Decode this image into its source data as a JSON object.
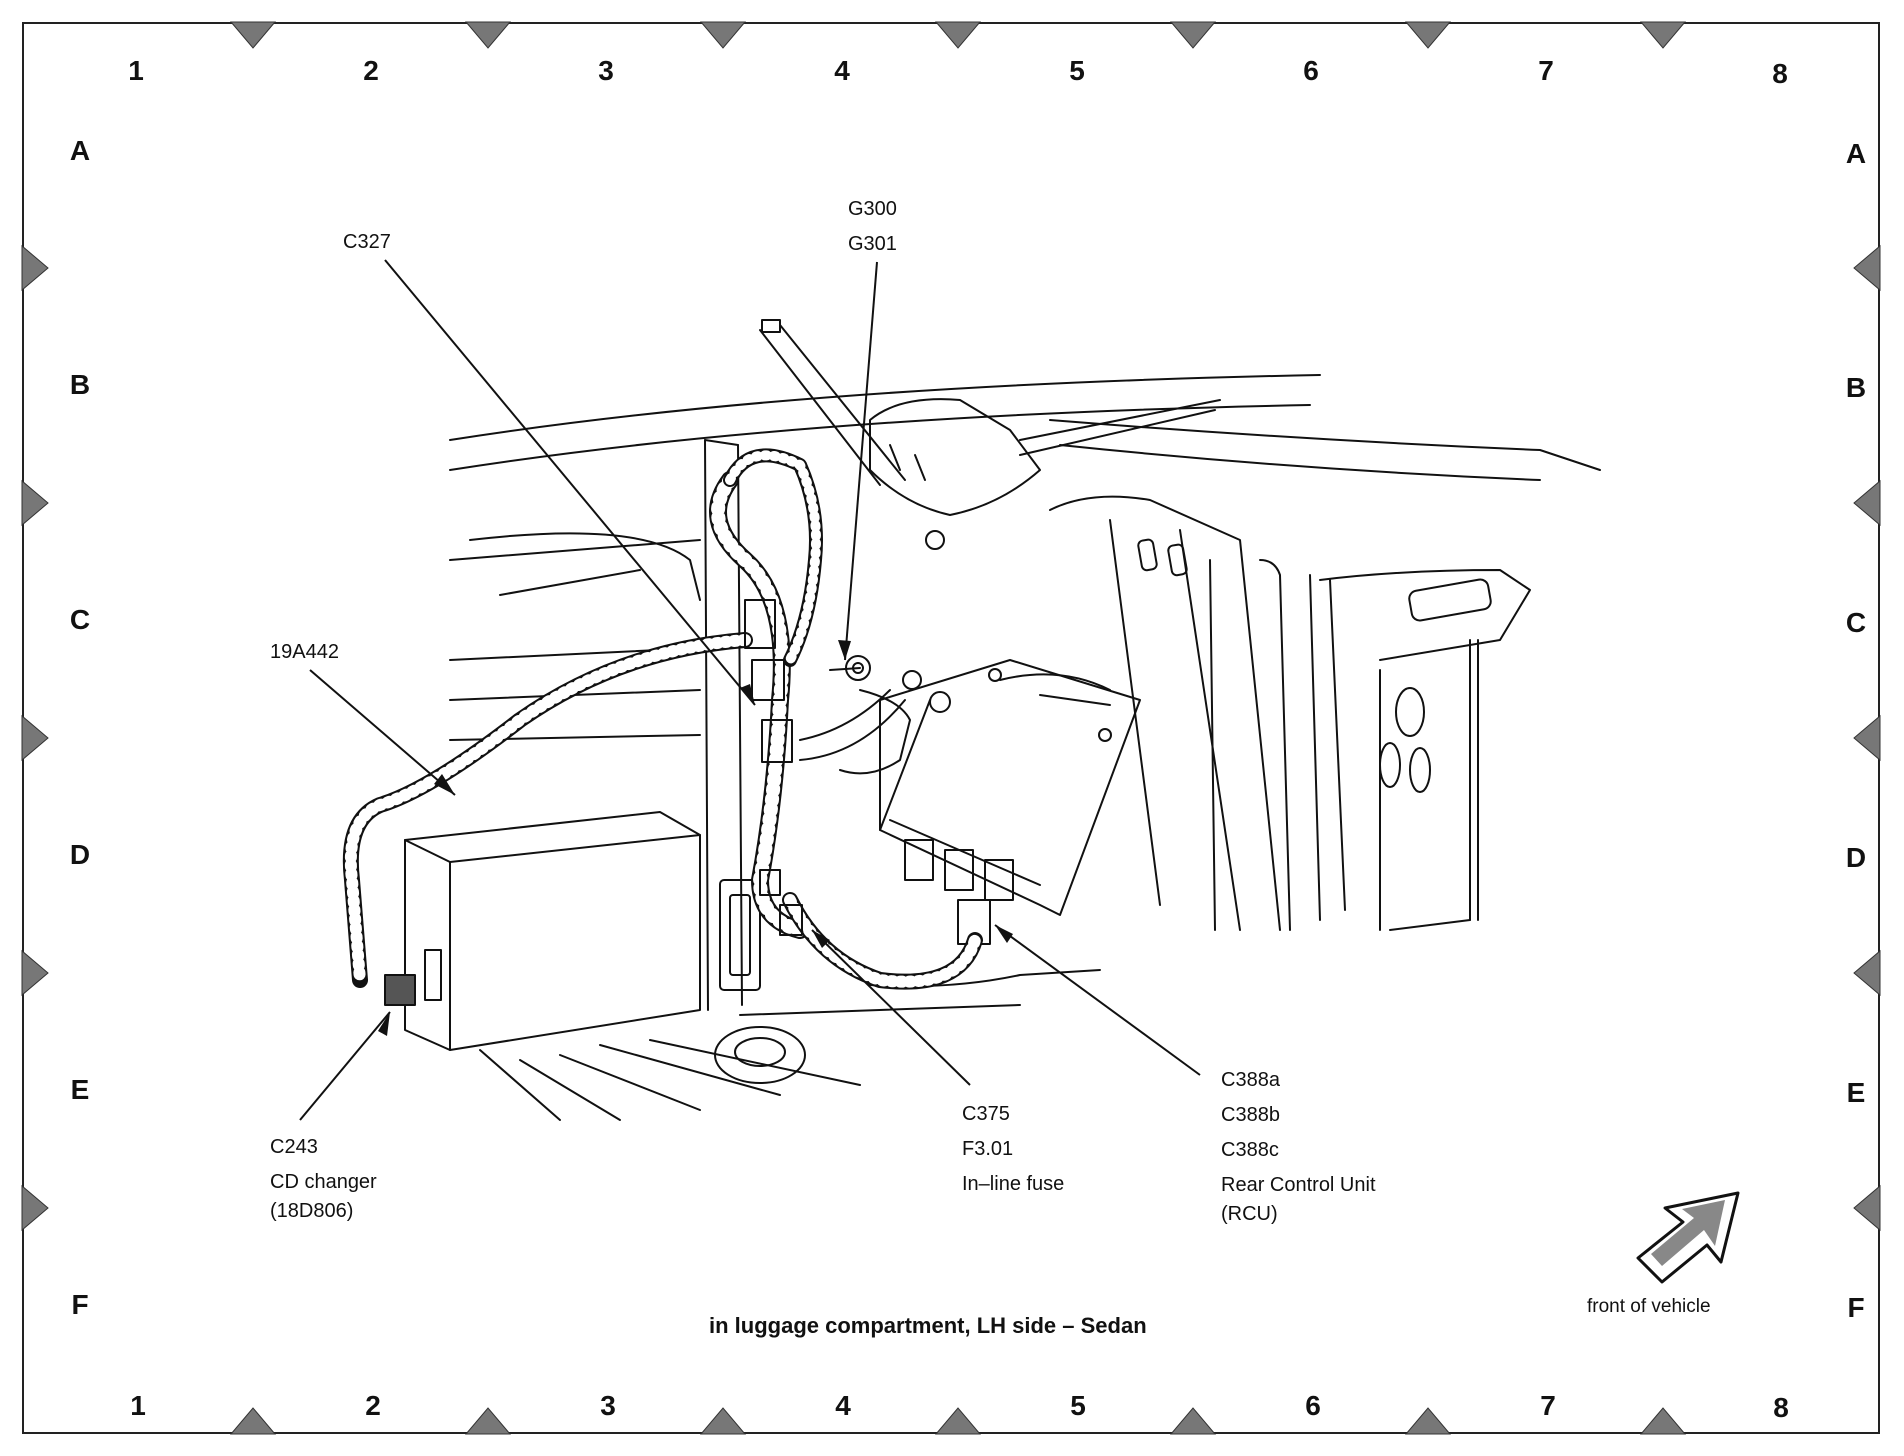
{
  "grid": {
    "columns": [
      "1",
      "2",
      "3",
      "4",
      "5",
      "6",
      "7",
      "8"
    ],
    "rows": [
      "A",
      "B",
      "C",
      "D",
      "E",
      "F"
    ]
  },
  "callouts": {
    "c327": "C327",
    "g300": "G300",
    "g301": "G301",
    "harness_19a442": "19A442",
    "c243": "C243",
    "cd_changer": "CD changer",
    "cd_changer_part": "(18D806)",
    "c375": "C375",
    "f301": "F3.01",
    "inline_fuse": "In–line fuse",
    "c388a": "C388a",
    "c388b": "C388b",
    "c388c": "C388c",
    "rcu_name": "Rear Control Unit",
    "rcu_abbr": "(RCU)"
  },
  "caption": "in luggage compartment, LH side – Sedan",
  "front_of_vehicle": "front of vehicle"
}
